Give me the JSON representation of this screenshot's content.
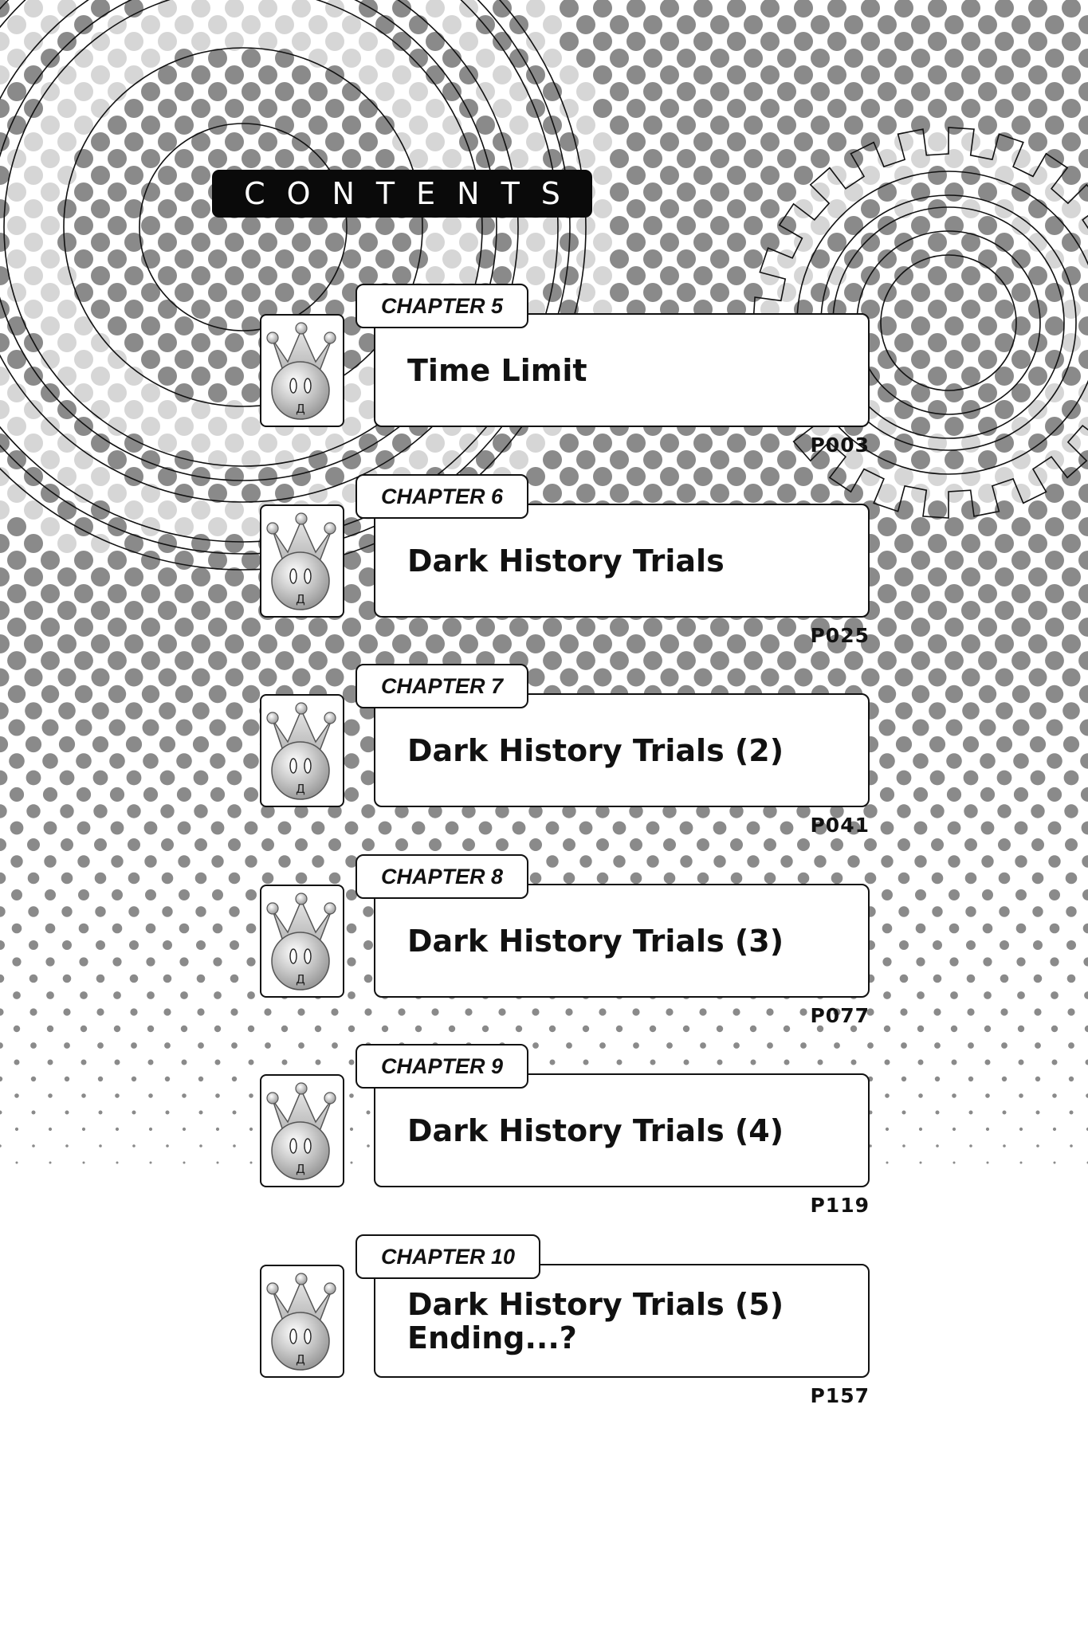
{
  "header": {
    "title": "CONTENTS"
  },
  "chapters": [
    {
      "label": "CHAPTER 5",
      "title": "Time Limit",
      "page": "P003"
    },
    {
      "label": "CHAPTER 6",
      "title": "Dark History Trials",
      "page": "P025"
    },
    {
      "label": "CHAPTER 7",
      "title": "Dark History Trials (2)",
      "page": "P041"
    },
    {
      "label": "CHAPTER 8",
      "title": "Dark History Trials (3)",
      "page": "P077"
    },
    {
      "label": "CHAPTER 9",
      "title": "Dark History Trials (4)",
      "page": "P119"
    },
    {
      "label": "CHAPTER 10",
      "title": "Dark History Trials (5)\nEnding...?",
      "page": "P157"
    }
  ],
  "icon": {
    "name": "crown-face-icon",
    "mouth_glyph": "Д"
  },
  "colors": {
    "ink": "#111111",
    "dot_dark": "#8a8a8a",
    "dot_light": "#d6d6d6",
    "paper": "#ffffff"
  }
}
